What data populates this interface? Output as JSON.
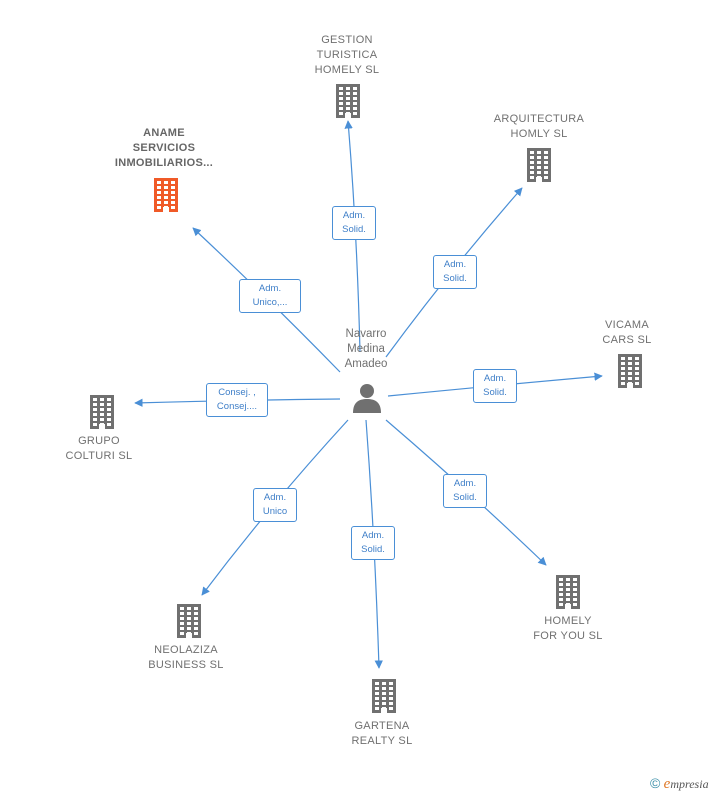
{
  "center": {
    "name": "Navarro\nMedina\nAmadeo"
  },
  "companies": [
    {
      "id": "aname",
      "name": "ANAME\nSERVICIOS\nINMOBILIARIOS...",
      "highlight": true,
      "relation": "Adm.\nUnico,..."
    },
    {
      "id": "gestion",
      "name": "GESTION\nTURISTICA\nHOMELY  SL",
      "highlight": false,
      "relation": "Adm.\nSolid."
    },
    {
      "id": "arquitectura",
      "name": "ARQUITECTURA\nHOMLY  SL",
      "highlight": false,
      "relation": "Adm.\nSolid."
    },
    {
      "id": "vicama",
      "name": "VICAMA\nCARS  SL",
      "highlight": false,
      "relation": "Adm.\nSolid."
    },
    {
      "id": "grupo",
      "name": "GRUPO\nCOLTURI  SL",
      "highlight": false,
      "relation": "Consej. ,\nConsej...."
    },
    {
      "id": "homely",
      "name": "HOMELY\nFOR YOU  SL",
      "highlight": false,
      "relation": "Adm.\nSolid."
    },
    {
      "id": "neolaziza",
      "name": "NEOLAZIZA\nBUSINESS  SL",
      "highlight": false,
      "relation": "Adm.\nUnico"
    },
    {
      "id": "gartena",
      "name": "GARTENA\nREALTY  SL",
      "highlight": false,
      "relation": "Adm.\nSolid."
    }
  ],
  "colors": {
    "edge": "#4a8fd6",
    "building": "#707070",
    "building_highlight": "#f05a28"
  },
  "icons": {
    "company": "building-icon",
    "person": "person-icon",
    "copyright": "copyright-icon"
  },
  "footer": {
    "copyright": "©",
    "brand_initial": "e",
    "brand_rest": "mpresia"
  }
}
